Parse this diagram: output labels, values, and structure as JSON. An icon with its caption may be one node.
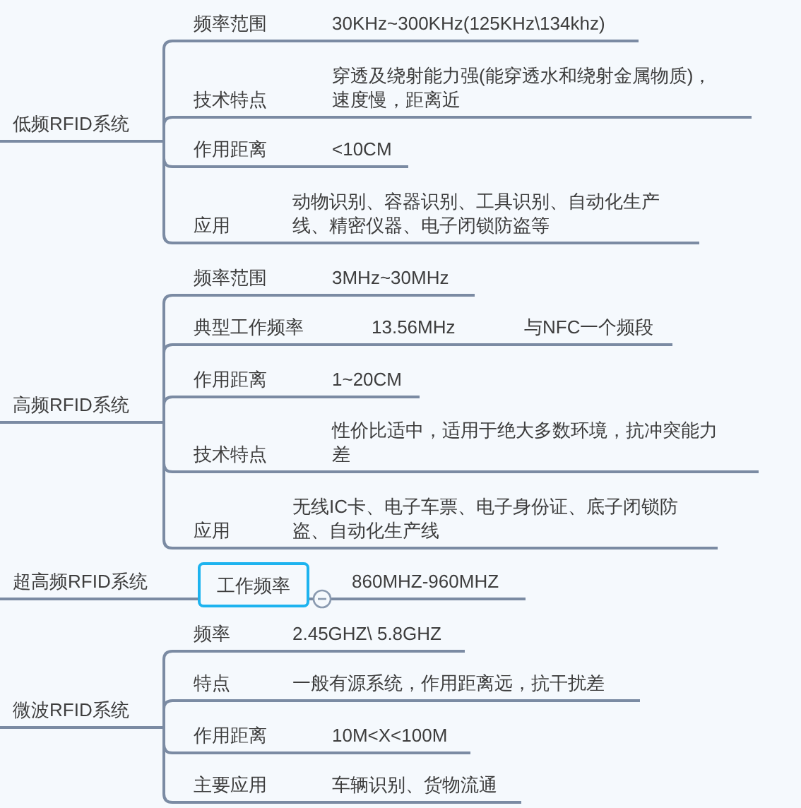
{
  "diagram": {
    "nodes": [
      {
        "text": [
          "低频RFID系统"
        ]
      },
      {
        "text": [
          "频率范围"
        ]
      },
      {
        "text": [
          "30KHz~300KHz(125KHz\\134khz)"
        ]
      },
      {
        "text": [
          "技术特点"
        ]
      },
      {
        "text": [
          "穿透及绕射能力强(能穿透水和绕射金属物质)，速度慢，距离近"
        ]
      },
      {
        "text": [
          "作用距离"
        ]
      },
      {
        "text": [
          "<10CM"
        ]
      },
      {
        "text": [
          "应用"
        ]
      },
      {
        "text": [
          "动物识别、容器识别、工具识别、自动化生产线、精密仪器、电子闭锁防盗等"
        ]
      },
      {
        "text": [
          "高频RFID系统"
        ]
      },
      {
        "text": [
          "频率范围"
        ]
      },
      {
        "text": [
          "3MHz~30MHz"
        ]
      },
      {
        "text": [
          "典型工作频率"
        ]
      },
      {
        "text": [
          "13.56MHz"
        ]
      },
      {
        "text": [
          "与NFC一个频段"
        ]
      },
      {
        "text": [
          "作用距离"
        ]
      },
      {
        "text": [
          "1~20CM"
        ]
      },
      {
        "text": [
          "技术特点"
        ]
      },
      {
        "text": [
          "性价比适中，适用于绝大多数环境，抗冲突能力差"
        ]
      },
      {
        "text": [
          "应用"
        ]
      },
      {
        "text": [
          "无线IC卡、电子车票、电子身份证、底子闭锁防盗、自动化生产线"
        ]
      },
      {
        "text": [
          "超高频RFID系统"
        ]
      },
      {
        "text": [
          "工作频率"
        ]
      },
      {
        "text": [
          "860MHZ-960MHZ"
        ]
      },
      {
        "text": [
          "微波RFID系统"
        ]
      },
      {
        "text": [
          "频率"
        ]
      },
      {
        "text": [
          "2.45GHZ\\ 5.8GHZ"
        ]
      },
      {
        "text": [
          "特点"
        ]
      },
      {
        "text": [
          "一般有源系统，作用距离远，抗干扰差"
        ]
      },
      {
        "text": [
          "作用距离"
        ]
      },
      {
        "text": [
          "10M<X<100M"
        ]
      },
      {
        "text": [
          "主要应用"
        ]
      },
      {
        "text": [
          "车辆识别、货物流通"
        ]
      }
    ],
    "edges": [
      {
        "from": 0,
        "to": 1,
        "arrow": "none"
      },
      {
        "from": 0,
        "to": 3,
        "arrow": "none"
      },
      {
        "from": 0,
        "to": 5,
        "arrow": "none"
      },
      {
        "from": 0,
        "to": 7,
        "arrow": "none"
      },
      {
        "from": 1,
        "to": 2,
        "arrow": "none"
      },
      {
        "from": 3,
        "to": 4,
        "arrow": "none"
      },
      {
        "from": 5,
        "to": 6,
        "arrow": "none"
      },
      {
        "from": 7,
        "to": 8,
        "arrow": "none"
      },
      {
        "from": 9,
        "to": 10,
        "arrow": "none"
      },
      {
        "from": 9,
        "to": 12,
        "arrow": "none"
      },
      {
        "from": 9,
        "to": 15,
        "arrow": "none"
      },
      {
        "from": 9,
        "to": 17,
        "arrow": "none"
      },
      {
        "from": 9,
        "to": 19,
        "arrow": "none"
      },
      {
        "from": 10,
        "to": 11,
        "arrow": "none"
      },
      {
        "from": 12,
        "to": 13,
        "arrow": "none"
      },
      {
        "from": 13,
        "to": 14,
        "arrow": "none"
      },
      {
        "from": 15,
        "to": 16,
        "arrow": "none"
      },
      {
        "from": 17,
        "to": 18,
        "arrow": "none"
      },
      {
        "from": 19,
        "to": 20,
        "arrow": "none"
      },
      {
        "from": 21,
        "to": 22,
        "arrow": "none"
      },
      {
        "from": 22,
        "to": 23,
        "arrow": "none"
      },
      {
        "from": 24,
        "to": 25,
        "arrow": "none"
      },
      {
        "from": 24,
        "to": 27,
        "arrow": "none"
      },
      {
        "from": 24,
        "to": 29,
        "arrow": "none"
      },
      {
        "from": 24,
        "to": 31,
        "arrow": "none"
      },
      {
        "from": 25,
        "to": 26,
        "arrow": "none"
      },
      {
        "from": 27,
        "to": 28,
        "arrow": "none"
      },
      {
        "from": 29,
        "to": 30,
        "arrow": "none"
      },
      {
        "from": 31,
        "to": 32,
        "arrow": "none"
      }
    ]
  }
}
